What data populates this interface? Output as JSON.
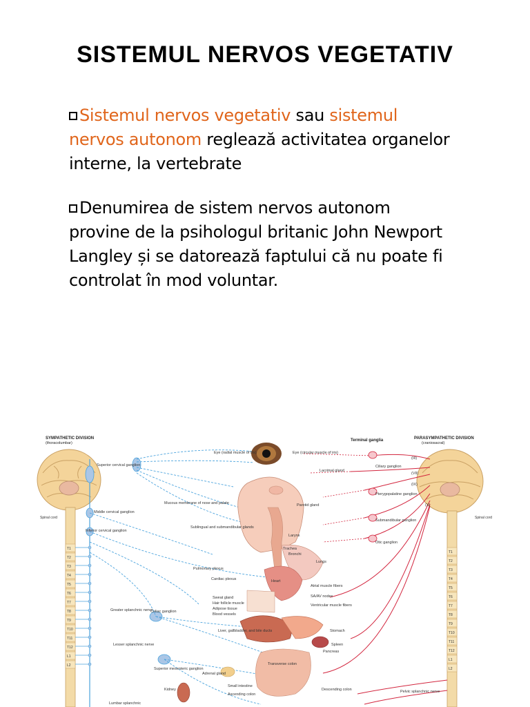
{
  "slide": {
    "title": "SISTEMUL NERVOS VEGETATIV",
    "paragraph1": {
      "part1": "Sistemul nervos vegetativ",
      "part2": " sau ",
      "part3": "sistemul nervos autonom",
      "part4": " reglează activitatea organelor interne, la vertebrate"
    },
    "paragraph2": "Denumirea de sistem nervos autonom provine de la psihologul britanic John Newport Langley și se datorează faptului că nu poate fi controlat în mod voluntar."
  },
  "colors": {
    "highlight": "#e0651b",
    "sympathetic": "#4aa3dd",
    "parasympathetic": "#d2233c",
    "spinal_cord": "#f3dba8",
    "brain": "#f4d49a"
  },
  "diagram": {
    "left_header": "SYMPATHETIC DIVISION",
    "left_subheader": "(thoracolumbar)",
    "right_header": "PARASYMPATHETIC DIVISION",
    "right_subheader": "(craniosacral)",
    "terminal_ganglia": "Terminal ganglia",
    "spinal_cord_left": "Spinal cord",
    "spinal_cord_right": "Spinal cord",
    "left_vertebrae": [
      "T1",
      "T2",
      "T3",
      "T4",
      "T5",
      "T6",
      "T7",
      "T8",
      "T9",
      "T10",
      "T11",
      "T12",
      "L1",
      "L2"
    ],
    "right_vertebrae": [
      "T1",
      "T2",
      "T3",
      "T4",
      "T5",
      "T6",
      "T7",
      "T8",
      "T9",
      "T10",
      "T11",
      "T12",
      "L1",
      "L2"
    ],
    "cranial_nerves": [
      "(III)",
      "(VII)",
      "(IX)",
      "(X)"
    ],
    "organ_labels": {
      "eye_radial": "Eye (radial muscle of iris)",
      "eye_circular": "Eye (circular muscle of iris)",
      "lacrimal": "Lacrimal gland",
      "mucous": "Mucous membrane of nose and palate",
      "parotid": "Parotid gland",
      "sublingual": "Sublingual and submandibular glands",
      "larynx": "Larynx",
      "trachea": "Trachea",
      "bronchi": "Bronchi",
      "lungs": "Lungs",
      "heart": "Heart",
      "atrial": "Atrial muscle fibers",
      "sa_av": "SA/AV nodes",
      "ventricular": "Ventricular muscle fibers",
      "sweat": "Sweat gland",
      "hair": "Hair follicle muscle",
      "adipose": "Adipose tissue",
      "blood": "Blood vessels",
      "liver": "Liver, gallbladder, and bile ducts",
      "stomach": "Stomach",
      "spleen": "Spleen",
      "pancreas": "Pancreas",
      "transverse": "Transverse colon",
      "adrenal": "Adrenal gland",
      "small_int": "Small intestine",
      "ascending": "Ascending colon",
      "descending": "Descending colon",
      "kidney": "Kidney"
    },
    "ganglion_labels": {
      "superior_cervical": "Superior cervical ganglion",
      "middle_cervical": "Middle cervical ganglion",
      "inferior_cervical": "Inferior cervical ganglion",
      "pulmonary": "Pulmonary plexus",
      "cardiac": "Cardiac plexus",
      "greater_splanchnic": "Greater splanchnic nerve",
      "celiac": "Celiac ganglion",
      "lesser_splanchnic": "Lesser splanchnic nerve",
      "superior_mesenteric": "Superior mesenteric ganglion",
      "lumbar_splanchnic": "Lumbar splanchnic",
      "ciliary": "Ciliary ganglion",
      "pterygopalatine": "Pterygopalatine ganglion",
      "submandibular": "Submandibular ganglion",
      "otic": "Otic ganglion",
      "pelvic_splanchnic": "Pelvic splanchnic nerve"
    }
  }
}
